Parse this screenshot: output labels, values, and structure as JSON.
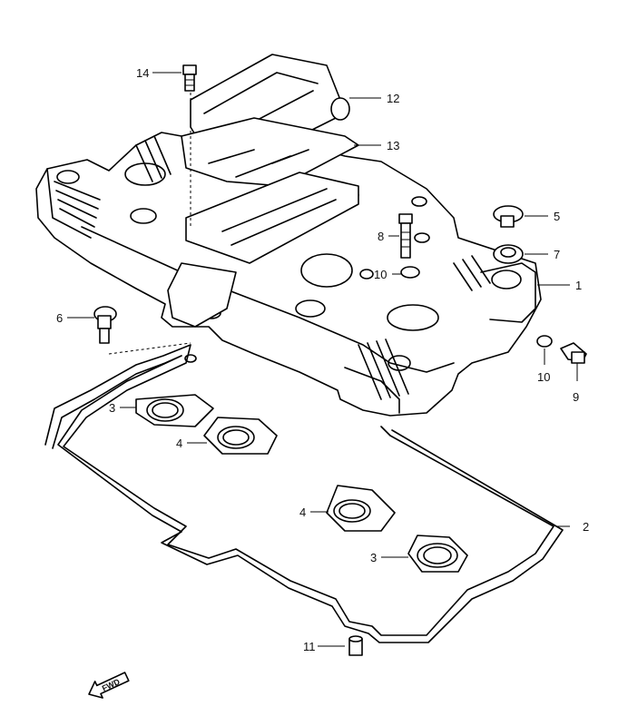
{
  "diagram": {
    "callouts": {
      "c1": "1",
      "c2": "2",
      "c3a": "3",
      "c3b": "3",
      "c4a": "4",
      "c4b": "4",
      "c5": "5",
      "c6": "6",
      "c7": "7",
      "c8": "8",
      "c9": "9",
      "c10a": "10",
      "c10b": "10",
      "c11": "11",
      "c12": "12",
      "c13": "13",
      "c14": "14"
    },
    "fwd_label": "FWD"
  }
}
